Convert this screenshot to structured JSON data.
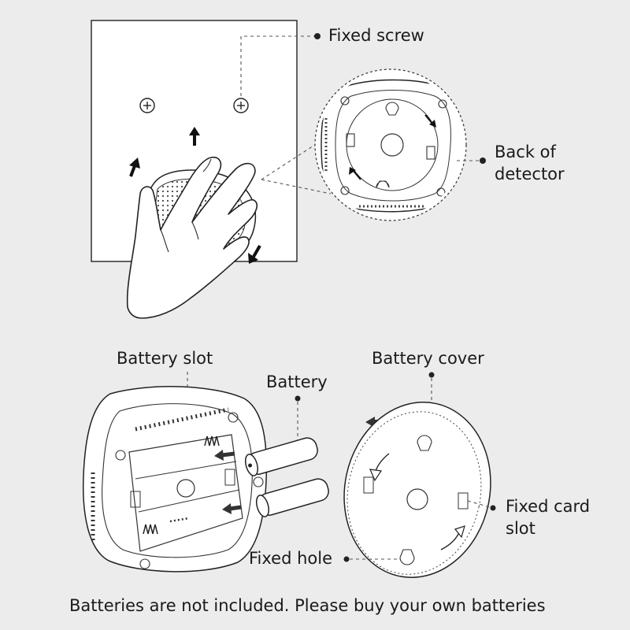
{
  "labels": {
    "fixed_screw": "Fixed screw",
    "back_of_detector_line1": "Back of",
    "back_of_detector_line2": "detector",
    "battery_slot": "Battery slot",
    "battery": "Battery",
    "battery_cover": "Battery cover",
    "fixed_card_slot_line1": "Fixed card",
    "fixed_card_slot_line2": "slot",
    "fixed_hole": "Fixed hole"
  },
  "footer": {
    "note": "Batteries are not included. Please buy your own batteries"
  },
  "icons": [
    "screw-icon",
    "arrow-icon",
    "hand-icon",
    "battery-icon",
    "spring-icon"
  ]
}
